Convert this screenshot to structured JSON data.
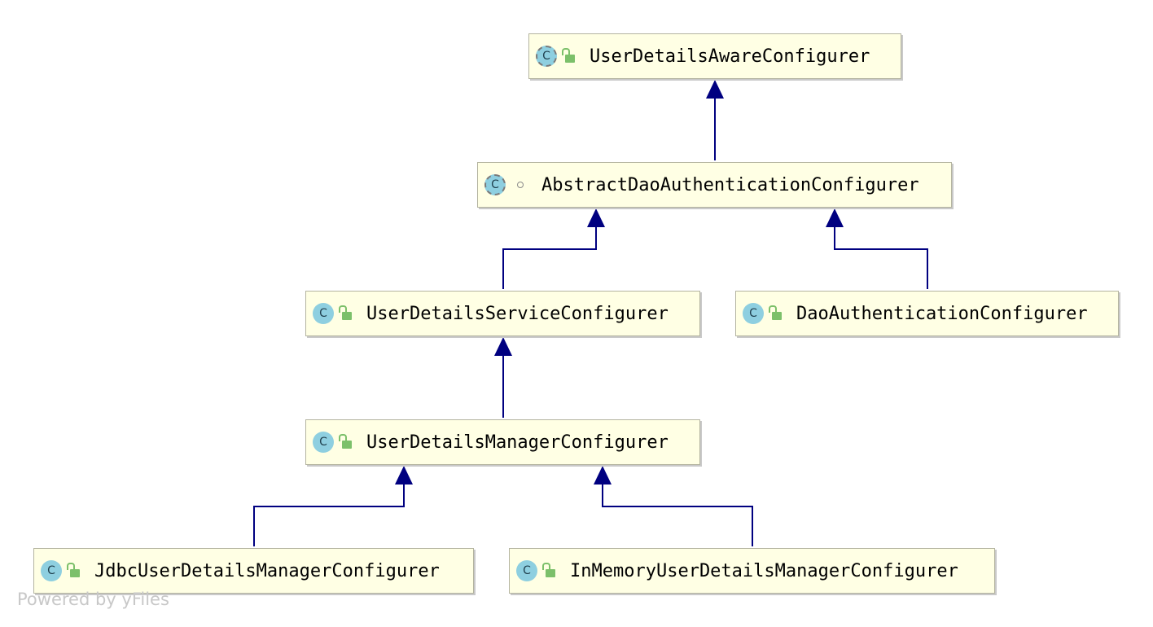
{
  "nodes": [
    {
      "id": "n1",
      "label": "UserDetailsAwareConfigurer",
      "icon": "class-icon",
      "icon_letter": "C",
      "visibility": "public"
    },
    {
      "id": "n2",
      "label": "AbstractDaoAuthenticationConfigurer",
      "icon": "abstract-class-icon",
      "icon_letter": "C",
      "visibility": "package"
    },
    {
      "id": "n3",
      "label": "UserDetailsServiceConfigurer",
      "icon": "class-icon",
      "icon_letter": "C",
      "visibility": "public"
    },
    {
      "id": "n4",
      "label": "DaoAuthenticationConfigurer",
      "icon": "class-icon",
      "icon_letter": "C",
      "visibility": "public"
    },
    {
      "id": "n5",
      "label": "UserDetailsManagerConfigurer",
      "icon": "class-icon",
      "icon_letter": "C",
      "visibility": "public"
    },
    {
      "id": "n6",
      "label": "JdbcUserDetailsManagerConfigurer",
      "icon": "class-icon",
      "icon_letter": "C",
      "visibility": "public"
    },
    {
      "id": "n7",
      "label": "InMemoryUserDetailsManagerConfigurer",
      "icon": "class-icon",
      "icon_letter": "C",
      "visibility": "public"
    }
  ],
  "edges": [
    {
      "from": "n2",
      "to": "n1",
      "type": "extends"
    },
    {
      "from": "n3",
      "to": "n2",
      "type": "extends"
    },
    {
      "from": "n4",
      "to": "n2",
      "type": "extends"
    },
    {
      "from": "n5",
      "to": "n3",
      "type": "extends"
    },
    {
      "from": "n6",
      "to": "n5",
      "type": "extends"
    },
    {
      "from": "n7",
      "to": "n5",
      "type": "extends"
    }
  ],
  "colors": {
    "node_fill": "#ffffe4",
    "node_border": "#b4b4a0",
    "edge": "#000080",
    "class_icon": "#8ecfe0",
    "public_icon": "#7cc06a"
  },
  "watermark": "Powered by yFiles"
}
